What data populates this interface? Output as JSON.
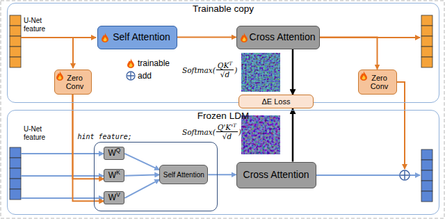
{
  "diagram": {
    "nodes": [
      {
        "text": [
          "Trainable copy"
        ]
      },
      {
        "text": [
          "Self Attention"
        ],
        "in": 0
      },
      {
        "text": [
          "Cross Attention"
        ],
        "in": 0
      },
      {
        "text": [
          "Zero Conv"
        ],
        "in": 0
      },
      {
        "text": [
          "Zero Conv"
        ],
        "in": 0
      },
      {
        "text": [
          "ΔE Loss"
        ]
      },
      {
        "text": [
          "Frozen LDM"
        ]
      },
      {
        "text": [
          "hint feature;"
        ],
        "in": 6
      },
      {
        "text": [
          "W",
          "Q"
        ],
        "in": 7
      },
      {
        "text": [
          "W",
          "K"
        ],
        "in": 7
      },
      {
        "text": [
          "W",
          "V"
        ],
        "in": 7
      },
      {
        "text": [
          "Self Attention"
        ],
        "in": 7
      },
      {
        "text": [
          "Cross Attention"
        ],
        "in": 6
      }
    ],
    "edges": [
      {
        "from": 1,
        "to": 2,
        "arrow": "to"
      },
      {
        "from": 2,
        "to": 4,
        "arrow": "to"
      },
      {
        "from": 3,
        "to": 9,
        "arrow": "to"
      },
      {
        "from": 3,
        "to": 10,
        "arrow": "to"
      },
      {
        "from": 2,
        "to": 5,
        "arrow": "to"
      },
      {
        "from": 12,
        "to": 5,
        "arrow": "to"
      },
      {
        "from": 8,
        "to": 11,
        "arrow": "to"
      },
      {
        "from": 9,
        "to": 11,
        "arrow": "to"
      },
      {
        "from": 10,
        "to": 11,
        "arrow": "to"
      },
      {
        "from": 11,
        "to": 12,
        "arrow": "to"
      }
    ],
    "labels": [
      "U-Net feature",
      "U-Net feature",
      "Softmax(",
      "QK",
      "T",
      "√d",
      ")",
      "Softmax(",
      "Q'K'",
      "T",
      "√d",
      ")"
    ],
    "legend": [
      {
        "text": "trainable"
      },
      {
        "text": "add"
      }
    ]
  }
}
